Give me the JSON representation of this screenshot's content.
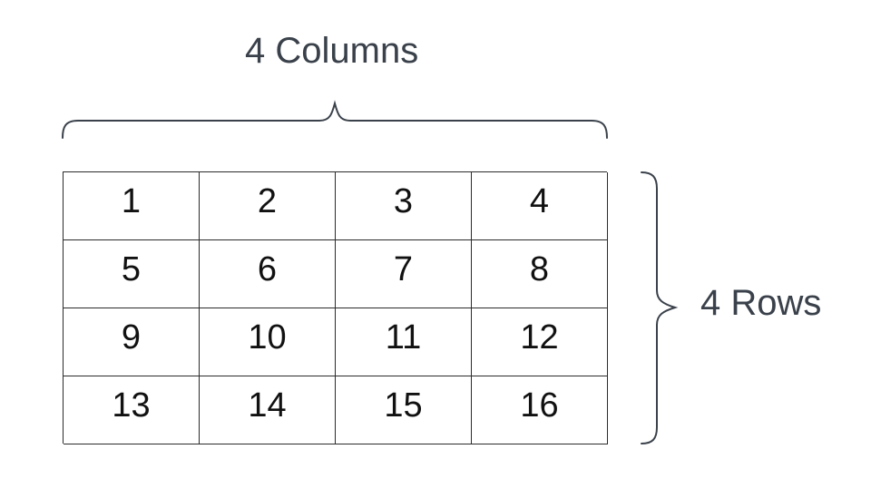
{
  "columns_label": "4 Columns",
  "rows_label": "4 Rows",
  "grid": {
    "rows": 4,
    "columns": 4,
    "cells": [
      "1",
      "2",
      "3",
      "4",
      "5",
      "6",
      "7",
      "8",
      "9",
      "10",
      "11",
      "12",
      "13",
      "14",
      "15",
      "16"
    ]
  },
  "colors": {
    "label_text": "#3a414a",
    "grid_line": "#2b2b2b",
    "brace": "#3a414a",
    "cell_text": "#111111"
  }
}
